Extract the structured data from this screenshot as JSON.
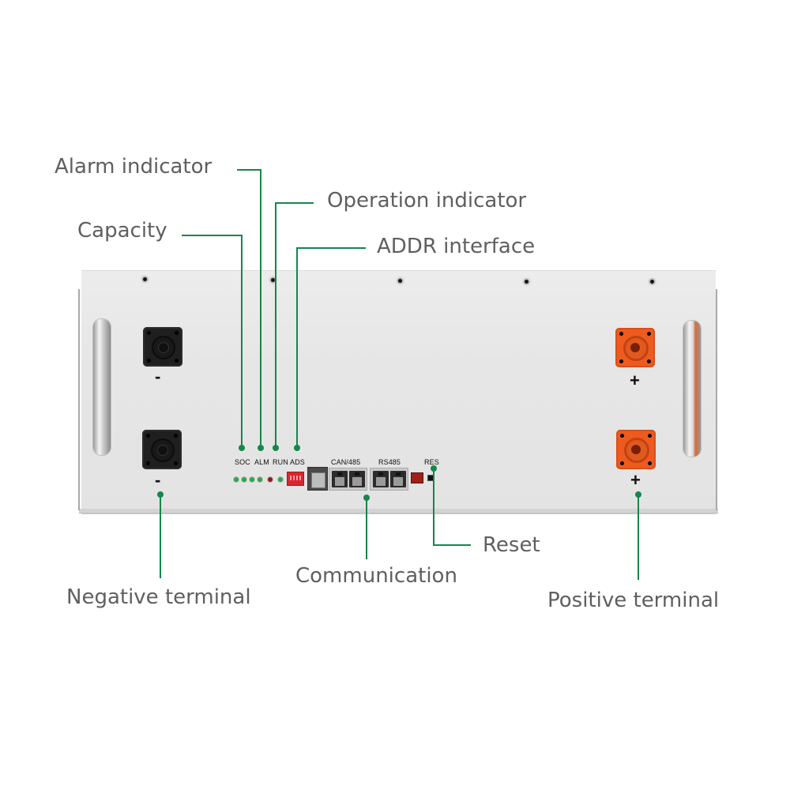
{
  "diagram": {
    "subject": "Rack-mount lithium battery front panel",
    "accent_color": "#17864a",
    "callouts": {
      "alarm_indicator": "Alarm indicator",
      "operation_indicator": "Operation indicator",
      "capacity": "Capacity",
      "addr_interface": "ADDR interface",
      "negative_terminal": "Negative terminal",
      "communication": "Communication",
      "reset": "Reset",
      "positive_terminal": "Positive terminal"
    },
    "panel_labels": {
      "soc": "SOC",
      "alm": "ALM",
      "run": "RUN",
      "ads": "ADS",
      "can485": "CAN/485",
      "rs485": "RS485",
      "res": "RES"
    },
    "terminal_signs": {
      "negative": "-",
      "positive": "+"
    },
    "leds": [
      {
        "label": "soc-1",
        "color": "#2aa84a"
      },
      {
        "label": "soc-2",
        "color": "#2aa84a"
      },
      {
        "label": "soc-3",
        "color": "#2aa84a"
      },
      {
        "label": "soc-4",
        "color": "#2aa84a"
      },
      {
        "label": "alm",
        "color": "#8c1c1c"
      },
      {
        "label": "run",
        "color": "#2aa84a"
      }
    ],
    "connector_colors": {
      "negative": "#1f1f1f",
      "positive": "#ee5b1f"
    }
  }
}
